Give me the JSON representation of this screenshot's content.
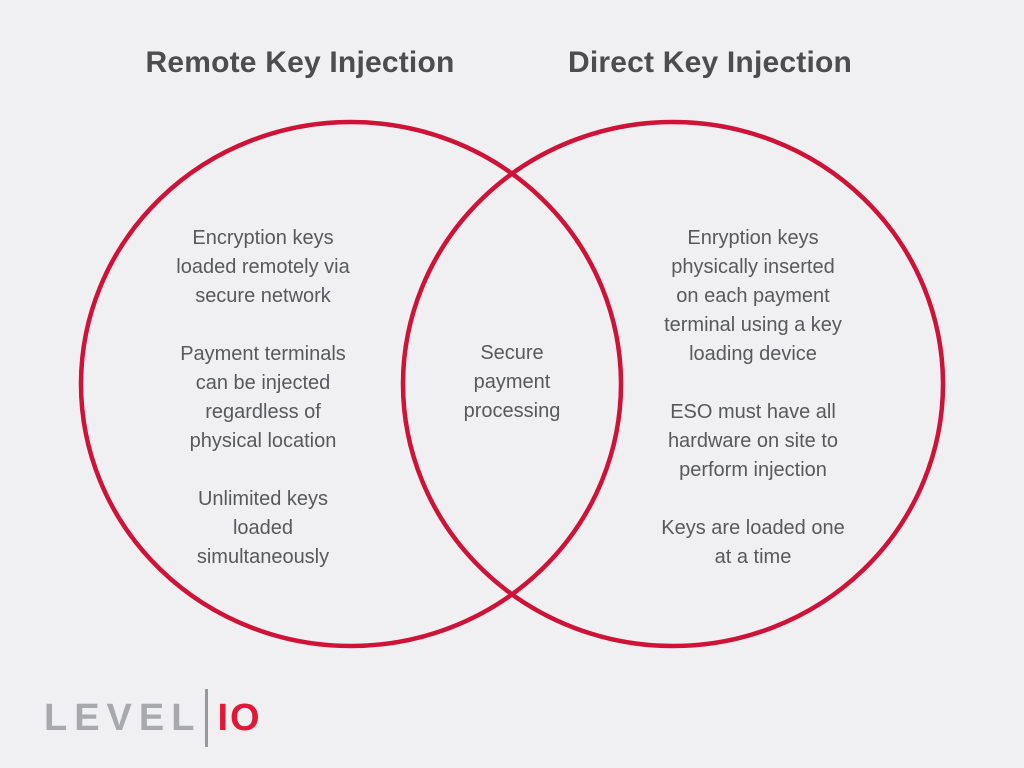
{
  "slide": {
    "background_color": "#F0F0F2",
    "title_color": "#4D4D4F",
    "body_text_color": "#58595B",
    "circle_stroke_color": "#CE1238",
    "left_title": "Remote Key Injection",
    "right_title": "Direct Key Injection",
    "left_circle_items": [
      "Encryption keys\nloaded remotely via\nsecure network",
      "Payment terminals\ncan be injected\nregardless of\nphysical location",
      "Unlimited keys\nloaded\nsimultaneously"
    ],
    "overlap_item": "Secure\npayment\nprocessing",
    "right_circle_items": [
      "Enryption keys\nphysically inserted\non each payment\nterminal using a key\nloading device",
      "ESO must have all\nhardware on site to\nperform injection",
      "Keys are loaded one\nat a time"
    ]
  },
  "logo": {
    "level_text": "LEVEL",
    "io_text": "IO",
    "level_color": "#A7A9AC",
    "io_color": "#E11937",
    "bar_color": "#97999C"
  }
}
